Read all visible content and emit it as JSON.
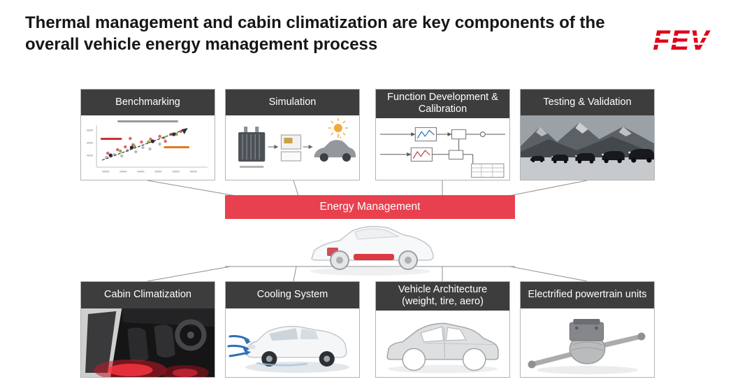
{
  "slide": {
    "title_line1": "Thermal management and cabin climatization are key components of the",
    "title_line2": "overall vehicle energy management process",
    "logo_text": "FEV"
  },
  "banner": {
    "label": "Energy Management"
  },
  "top_boxes": [
    {
      "id": "benchmarking",
      "label": "Benchmarking"
    },
    {
      "id": "simulation",
      "label": "Simulation"
    },
    {
      "id": "function-development-calibration",
      "label": "Function Development & Calibration"
    },
    {
      "id": "testing-validation",
      "label": "Testing & Validation"
    }
  ],
  "bottom_boxes": [
    {
      "id": "cabin-climatization",
      "label": "Cabin Climatization"
    },
    {
      "id": "cooling-system",
      "label": "Cooling System"
    },
    {
      "id": "vehicle-architecture",
      "label": "Vehicle Architecture (weight, tire, aero)"
    },
    {
      "id": "electrified-powertrain-units",
      "label": "Electrified powertrain units"
    }
  ],
  "colors": {
    "accent_red": "#e8404e",
    "header_dark": "#3d3d3d",
    "logo_red": "#e2001a"
  }
}
